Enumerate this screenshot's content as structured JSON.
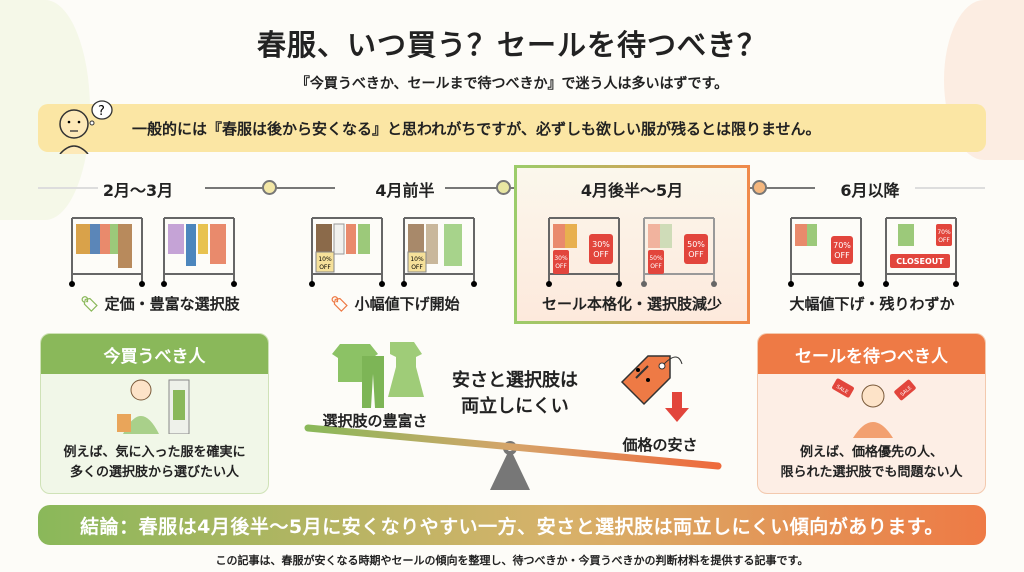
{
  "header": {
    "title": "春服、いつ買う？セールを待つべき？",
    "subtitle": "『今買うべきか、セールまで待つべきか』で迷う人は多いはずです。"
  },
  "banner": {
    "text": "一般的には『春服は後から安くなる』と思われがちですが、必ずしも欲しい服が残るとは限りません。",
    "icon": "thinking-person-icon"
  },
  "timeline": [
    {
      "period": "2月〜3月",
      "caption": "定価・豊富な選択肢",
      "tags": []
    },
    {
      "period": "4月前半",
      "caption": "小幅値下げ開始",
      "tags": [
        "10%",
        "OFF"
      ]
    },
    {
      "period": "4月後半〜5月",
      "caption": "セール本格化・選択肢減少",
      "tags": [
        "30%",
        "OFF",
        "50%",
        "OFF"
      ]
    },
    {
      "period": "6月以降",
      "caption": "大幅値下げ・残りわずか",
      "tags": [
        "70%",
        "OFF",
        "CLOSEOUT"
      ]
    }
  ],
  "cards": {
    "buy_now": {
      "title": "今買うべき人",
      "desc": [
        "例えば、気に入った服を確実に",
        "多くの選択肢から選びたい人"
      ],
      "color": "#8ab85a"
    },
    "wait_sale": {
      "title": "セールを待つべき人",
      "desc": [
        "例えば、価格優先の人、",
        "限られた選択肢でも問題ない人"
      ],
      "color": "#ee7a45",
      "sale_tag": "SALE"
    }
  },
  "seesaw": {
    "left_label": "選択肢の豊富さ",
    "center_line1": "安さと選択肢は",
    "center_line2": "両立しにくい",
    "right_label": "価格の安さ"
  },
  "conclusion": "結論：春服は4月後半〜5月に安くなりやすい一方、安さと選択肢は両立しにくい傾向があります。",
  "footer": "この記事は、春服が安くなる時期やセールの傾向を整理し、待つべきか・今買うべきかの判断材料を提供する記事です。"
}
